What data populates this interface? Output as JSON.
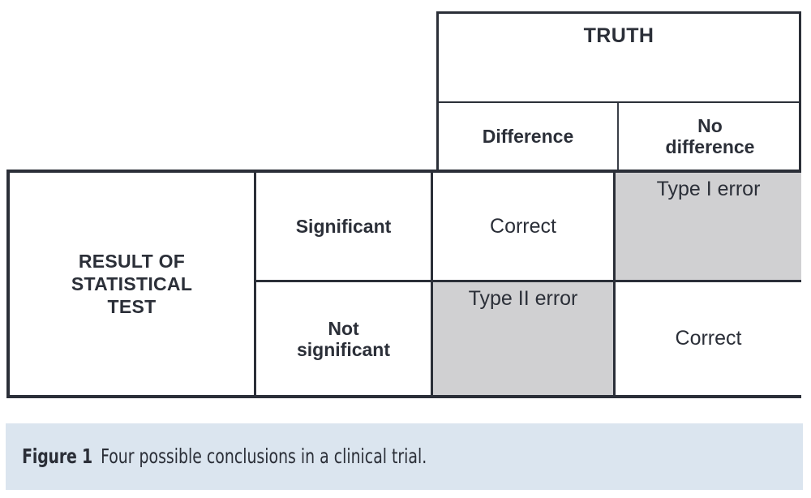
{
  "figure": {
    "truth_header": "TRUTH",
    "row_header": "RESULT OF\nSTATISTICAL\nTEST",
    "columns": [
      {
        "key": "difference",
        "label": "Difference"
      },
      {
        "key": "no_difference",
        "label": "No\ndifference"
      }
    ],
    "rows": [
      {
        "key": "significant",
        "label": "Significant",
        "cells": [
          {
            "label": "Correct",
            "shaded": false,
            "align": "center"
          },
          {
            "label": "Type I error",
            "shaded": true,
            "align": "top"
          }
        ]
      },
      {
        "key": "not_significant",
        "label": "Not\nsignificant",
        "cells": [
          {
            "label": "Type II error",
            "shaded": true,
            "align": "top"
          },
          {
            "label": "Correct",
            "shaded": false,
            "align": "center"
          }
        ]
      }
    ]
  },
  "caption": {
    "figure_label": "Figure 1",
    "text": "Four possible conclusions in a clinical trial."
  },
  "colors": {
    "border": "#2b2f38",
    "text": "#2b2f38",
    "shaded_cell": "#d0d0d2",
    "caption_background": "#dbe5ef",
    "page_background": "#ffffff"
  }
}
